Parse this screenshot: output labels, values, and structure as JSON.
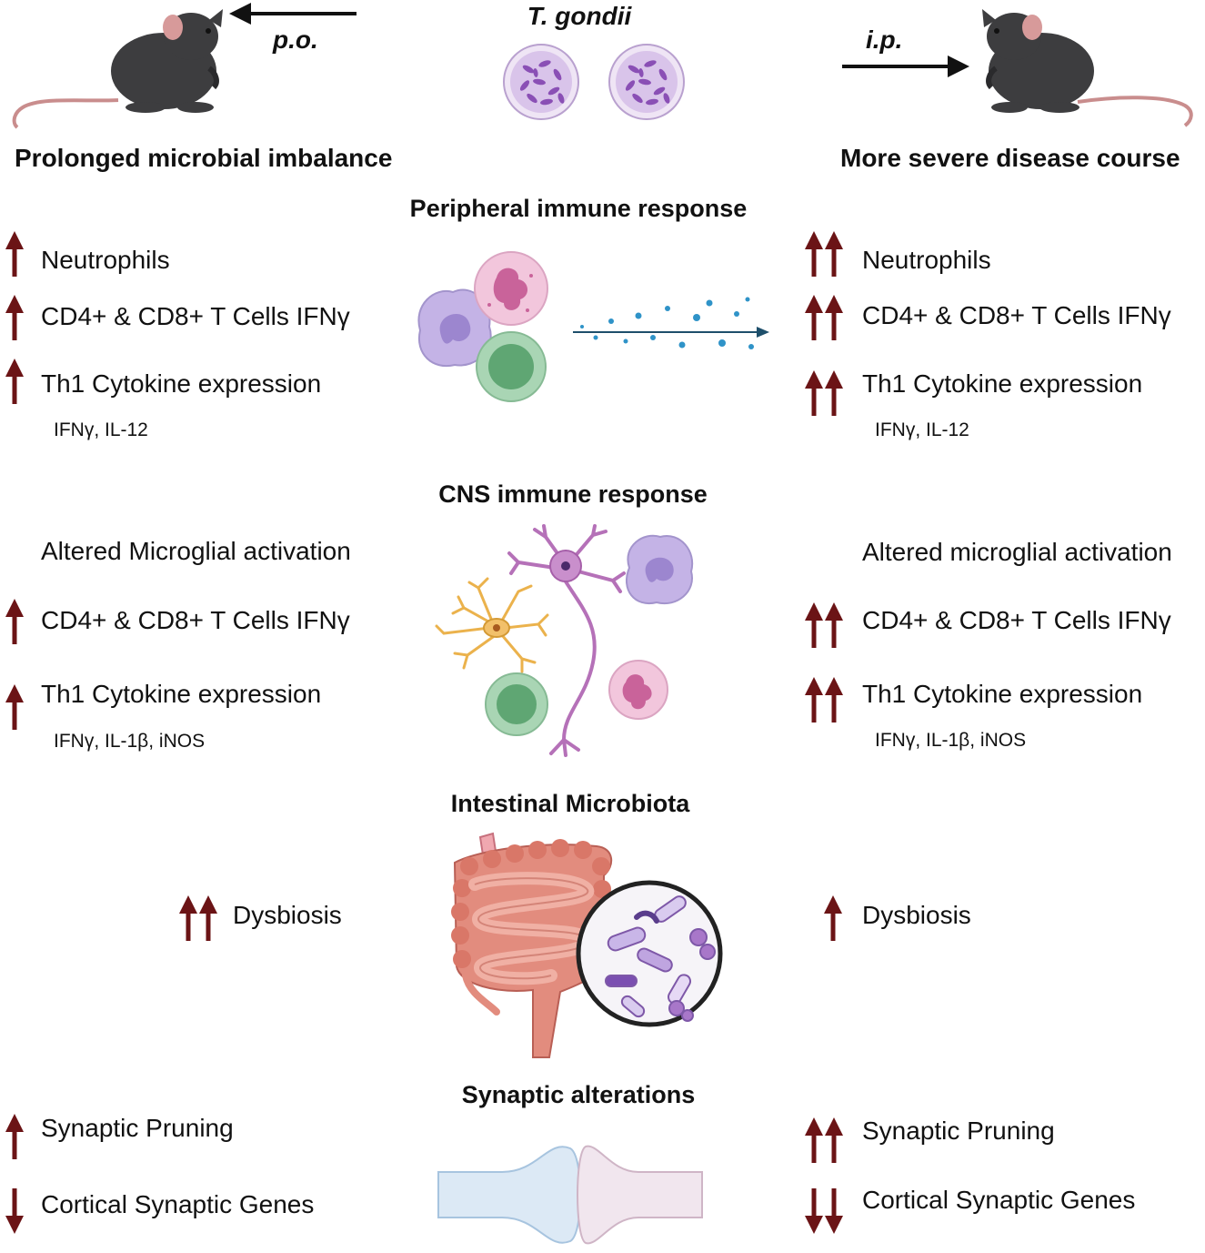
{
  "header": {
    "parasite": "T. gondii",
    "route_left": "p.o.",
    "route_right": "i.p.",
    "outcome_left": "Prolonged microbial imbalance",
    "outcome_right": "More severe disease course"
  },
  "sections": {
    "peripheral": {
      "title": "Peripheral immune response",
      "left": [
        {
          "label": "Neutrophils",
          "arrow": "up",
          "count": 1
        },
        {
          "label": "CD4+ & CD8+ T Cells IFNγ",
          "arrow": "up",
          "count": 1
        },
        {
          "label": "Th1 Cytokine expression",
          "arrow": "up",
          "count": 1,
          "sub": "IFNγ, IL-12"
        }
      ],
      "right": [
        {
          "label": "Neutrophils",
          "arrow": "up",
          "count": 2
        },
        {
          "label": "CD4+ & CD8+ T Cells IFNγ",
          "arrow": "up",
          "count": 2
        },
        {
          "label": "Th1 Cytokine expression",
          "arrow": "up",
          "count": 2,
          "sub": "IFNγ, IL-12"
        }
      ]
    },
    "cns": {
      "title": "CNS immune response",
      "left": [
        {
          "label": "Altered Microglial activation",
          "arrow": "none",
          "count": 0
        },
        {
          "label": "CD4+ & CD8+ T Cells IFNγ",
          "arrow": "up",
          "count": 1
        },
        {
          "label": "Th1 Cytokine expression",
          "arrow": "up",
          "count": 1,
          "sub": "IFNγ, IL-1β, iNOS"
        }
      ],
      "right": [
        {
          "label": "Altered microglial activation",
          "arrow": "none",
          "count": 0
        },
        {
          "label": "CD4+ & CD8+ T Cells IFNγ",
          "arrow": "up",
          "count": 2
        },
        {
          "label": "Th1 Cytokine expression",
          "arrow": "up",
          "count": 2,
          "sub": "IFNγ, IL-1β, iNOS"
        }
      ]
    },
    "microbiota": {
      "title": "Intestinal Microbiota",
      "left": [
        {
          "label": "Dysbiosis",
          "arrow": "up",
          "count": 2
        }
      ],
      "right": [
        {
          "label": "Dysbiosis",
          "arrow": "up",
          "count": 1
        }
      ]
    },
    "synaptic": {
      "title": "Synaptic alterations",
      "left": [
        {
          "label": "Synaptic Pruning",
          "arrow": "up",
          "count": 1
        },
        {
          "label": "Cortical Synaptic Genes",
          "arrow": "down",
          "count": 1
        }
      ],
      "right": [
        {
          "label": "Synaptic Pruning",
          "arrow": "up",
          "count": 2
        },
        {
          "label": "Cortical Synaptic Genes",
          "arrow": "down",
          "count": 2
        }
      ]
    }
  },
  "colors": {
    "arrow": "#6b1416",
    "mouse": "#3d3d3f",
    "tail": "#c98d8d",
    "parasite_bg": "#e4d6ef",
    "parasite": "#8a4fb5",
    "neutrophil": "#f2c6dc",
    "monocyte": "#c4b3e6",
    "lymphocyte": "#a9d5b4",
    "neuron": "#b571b8",
    "astrocyte": "#ebb24c",
    "intestine": "#e28c7e",
    "presynapse": "#dce9f5",
    "postsynapse": "#f1e6ee"
  },
  "icons": {
    "left_mouse": "mouse-icon",
    "right_mouse": "mouse-icon",
    "parasite": "parasite-cyst-icon",
    "peripheral": "immune-cells-icon",
    "cns": "neuron-glia-icon",
    "microbiota": "intestine-icon",
    "synaptic": "synapse-icon"
  }
}
